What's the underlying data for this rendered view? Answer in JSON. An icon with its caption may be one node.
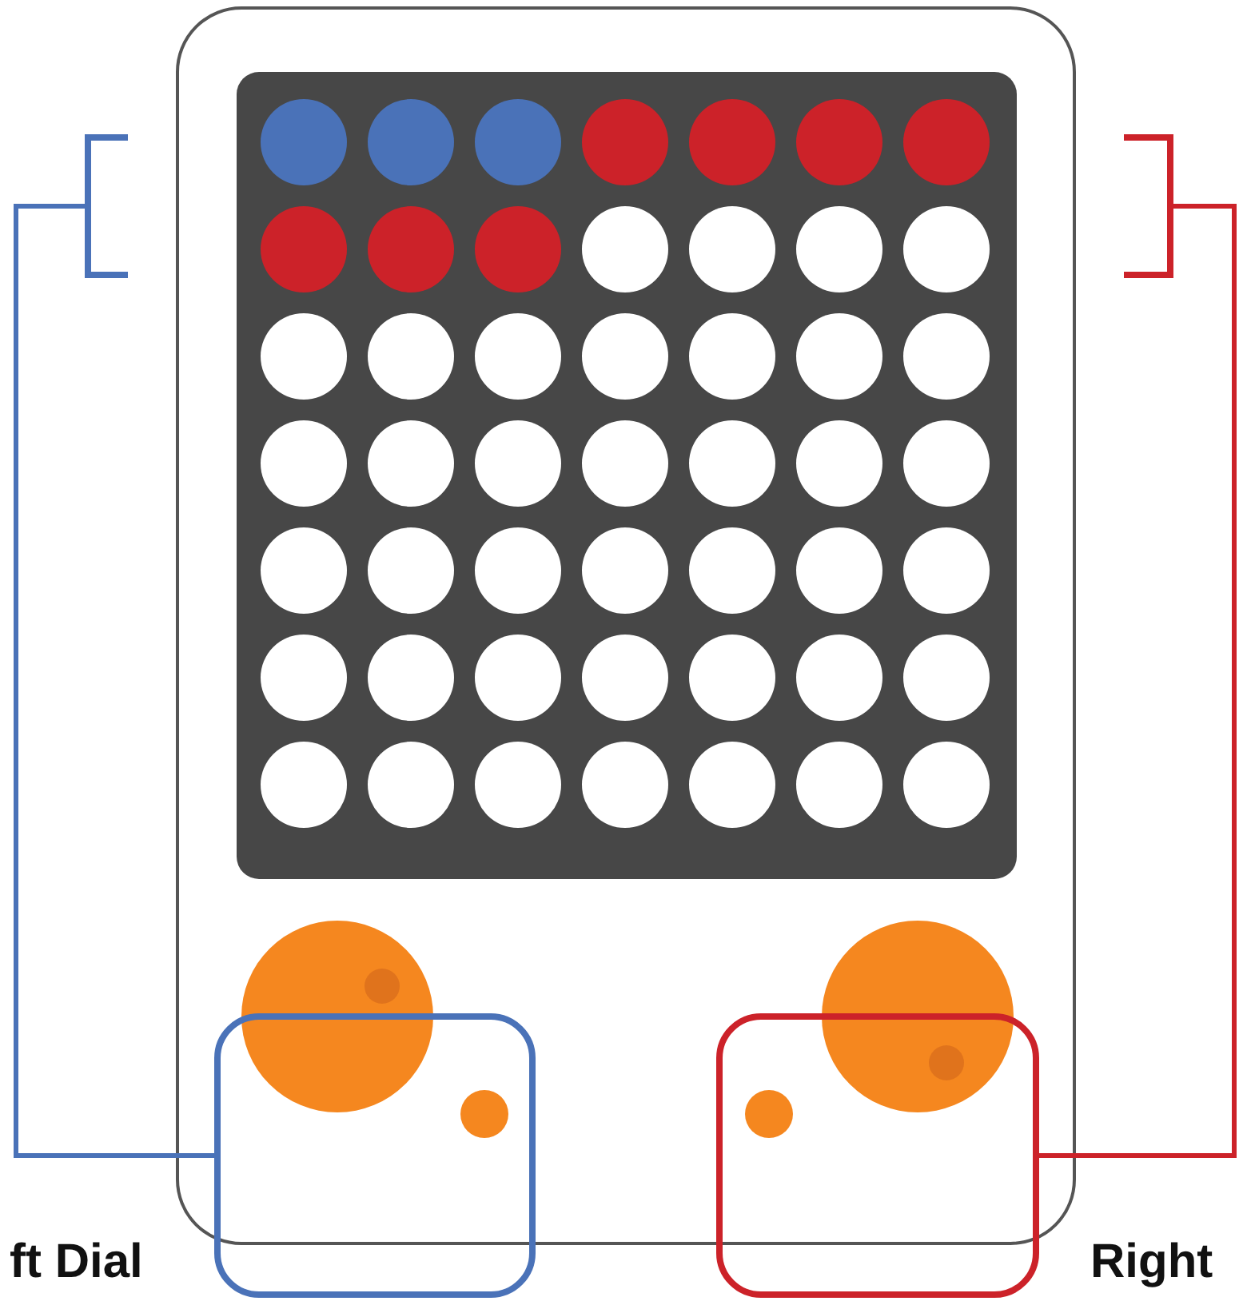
{
  "diagram": {
    "nodes": [
      {
        "text": [
          "ft Dial"
        ]
      },
      {
        "text": [
          "Right"
        ]
      },
      {
        "text": [],
        "shape": "bracket"
      },
      {
        "text": [],
        "shape": "bracket"
      }
    ],
    "edges": [
      {
        "from": 2,
        "to": 0,
        "arrow": "none",
        "color": "#4a72b8"
      },
      {
        "from": 3,
        "to": 1,
        "arrow": "none",
        "color": "#cc2229"
      }
    ]
  }
}
